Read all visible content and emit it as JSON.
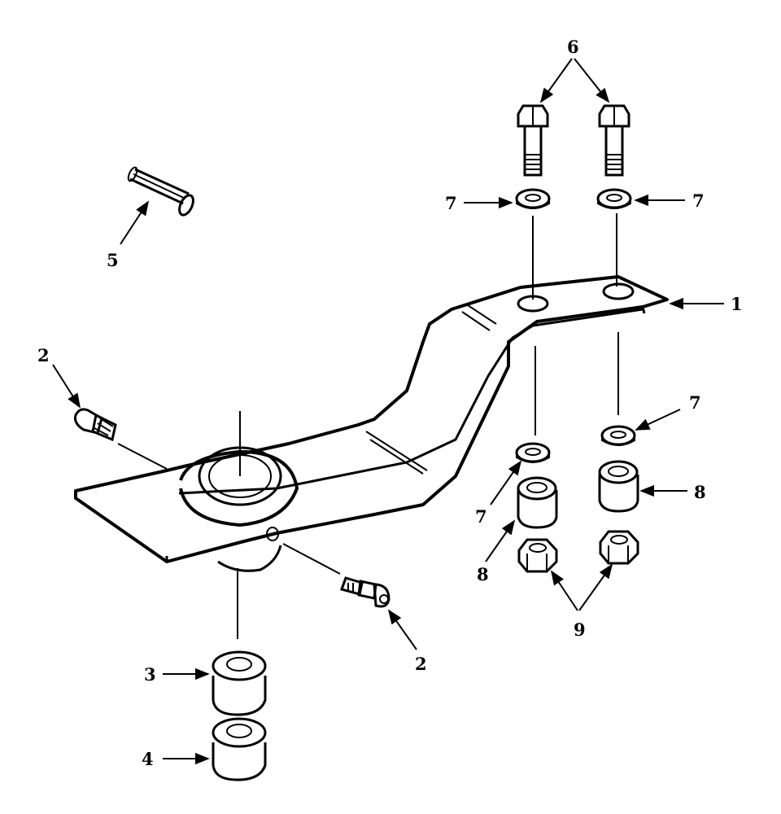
{
  "callouts": {
    "c1": "1",
    "c2a": "2",
    "c2b": "2",
    "c3": "3",
    "c4": "4",
    "c5": "5",
    "c6": "6",
    "c7a": "7",
    "c7b": "7",
    "c7c": "7",
    "c7d": "7",
    "c8a": "8",
    "c8b": "8",
    "c9": "9"
  }
}
